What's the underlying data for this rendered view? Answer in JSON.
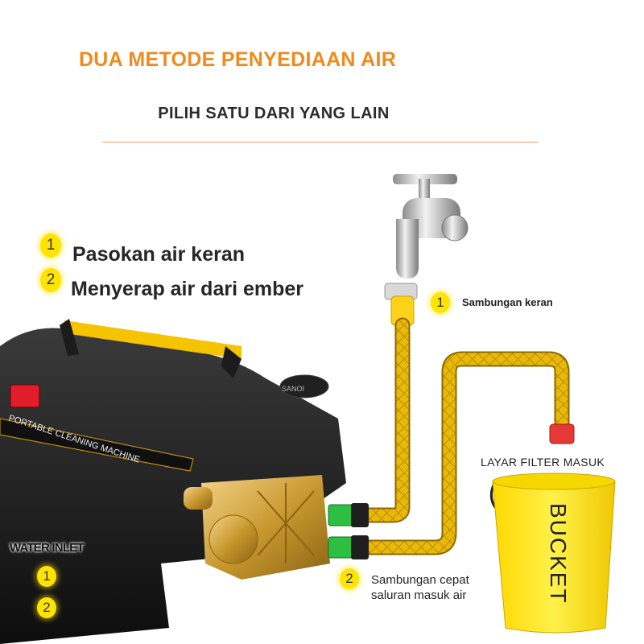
{
  "header": {
    "title": "DUA METODE PENYEDIAAN AIR",
    "subtitle": "PILIH SATU DARI YANG LAIN"
  },
  "options": [
    {
      "number": "1",
      "label": "Pasokan air keran"
    },
    {
      "number": "2",
      "label": "Menyerap air dari ember"
    }
  ],
  "callouts": {
    "tap_connector": {
      "number": "1",
      "label": "Sambungan keran"
    },
    "filter": {
      "label": "LAYAR FILTER MASUK"
    },
    "quick_connector": {
      "number": "2",
      "line1": "Sambungan cepat",
      "line2": "saluran masuk air"
    }
  },
  "water_inlet": {
    "label": "WATER INLET",
    "numbers": [
      "1",
      "2"
    ]
  },
  "machine": {
    "panel_text": "PORTABLE CLEANING MACHINE",
    "brand_text": "SANOI"
  },
  "bucket": {
    "text": "BUCKET"
  },
  "colors": {
    "title": "#f08a1c",
    "badge": "#ffe400",
    "hose": "#e6b800",
    "bucket": "#ffe600"
  }
}
